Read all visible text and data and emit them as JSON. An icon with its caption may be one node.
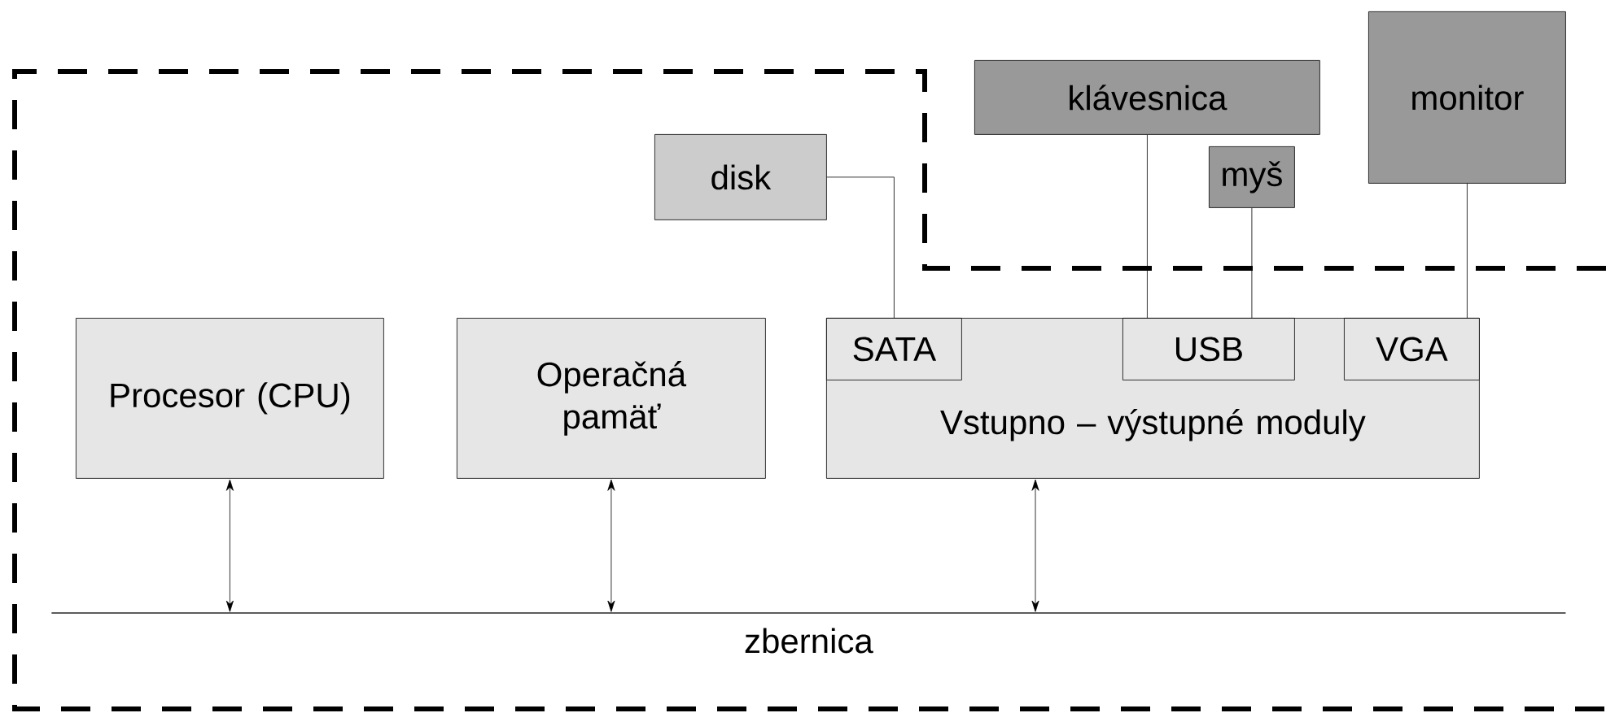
{
  "diagram": {
    "nodes": [
      {
        "text": [
          "monitor"
        ]
      },
      {
        "text": [
          "klávesnica"
        ]
      },
      {
        "text": [
          "disk"
        ]
      },
      {
        "text": [
          "myš"
        ]
      },
      {
        "text": [
          "Procesor (CPU)"
        ]
      },
      {
        "text": [
          "Operačná pamäť"
        ]
      },
      {
        "text": [
          "Vstupno – výstupné moduly"
        ]
      },
      {
        "text": [
          "SATA"
        ],
        "in": 6
      },
      {
        "text": [
          "USB"
        ],
        "in": 6
      },
      {
        "text": [
          "VGA"
        ],
        "in": 6
      },
      {
        "text": [
          "zbernica"
        ]
      }
    ],
    "edges": [
      {
        "from": 2,
        "to": 7,
        "arrow": "none"
      },
      {
        "from": 1,
        "to": 8,
        "arrow": "none"
      },
      {
        "from": 3,
        "to": 8,
        "arrow": "none"
      },
      {
        "from": 0,
        "to": 9,
        "arrow": "none"
      },
      {
        "from": 4,
        "to": 10,
        "arrow": "both"
      },
      {
        "from": 5,
        "to": 10,
        "arrow": "both"
      },
      {
        "from": 6,
        "to": 10,
        "arrow": "both"
      }
    ]
  }
}
